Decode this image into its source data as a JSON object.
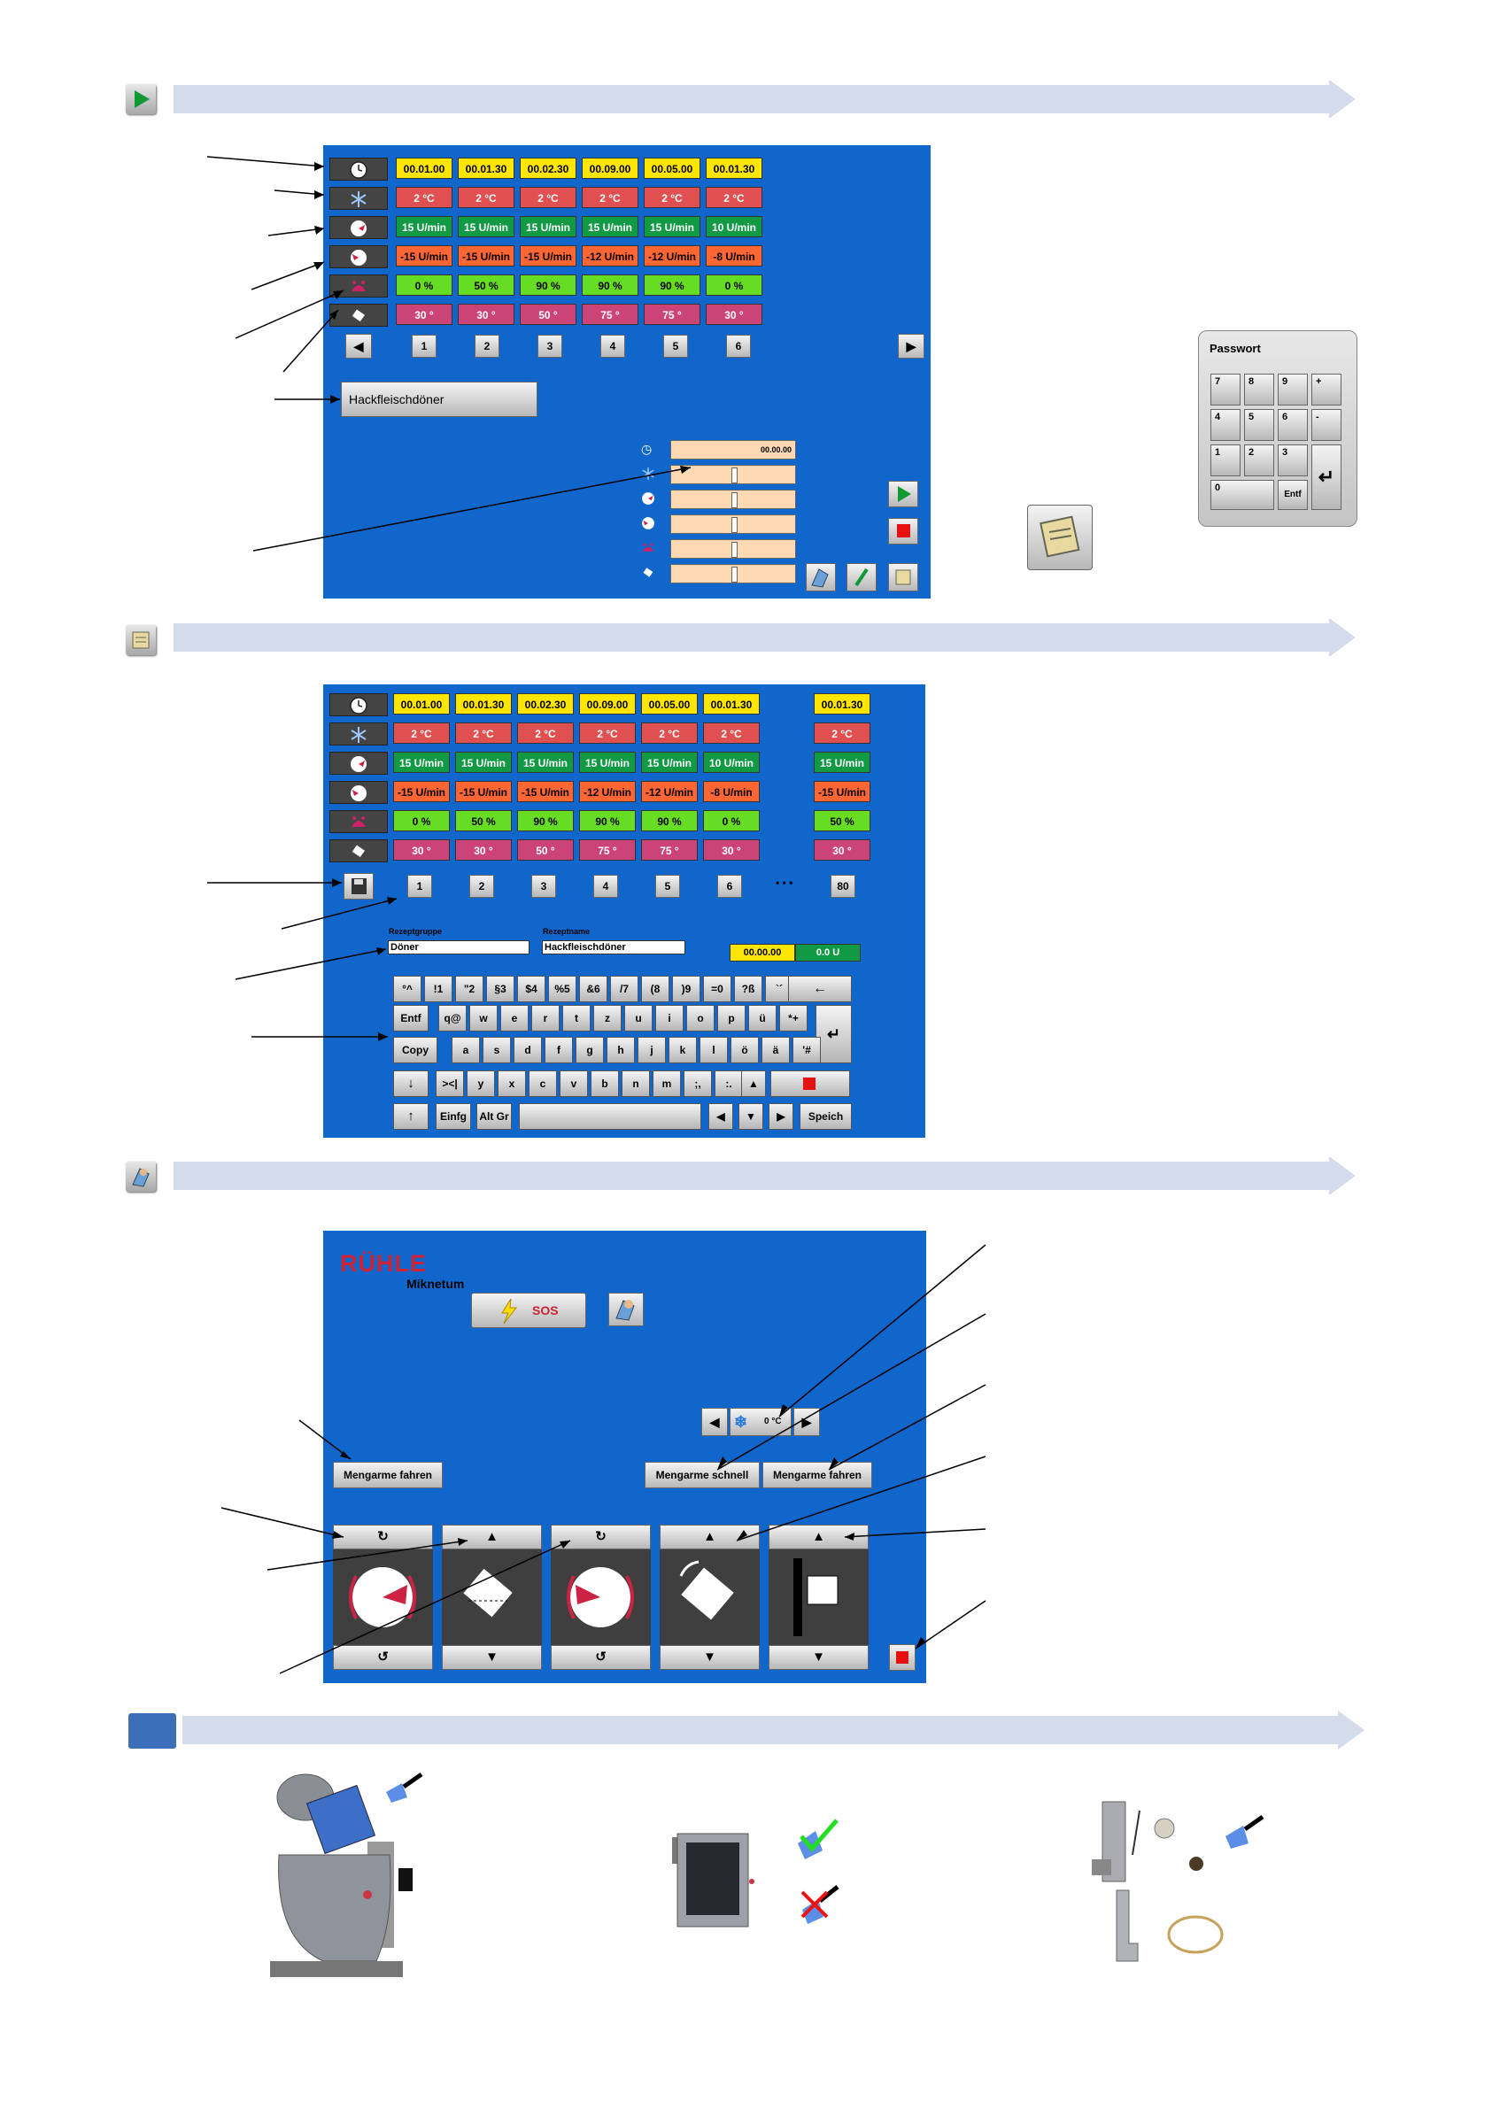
{
  "section1": {
    "program": {
      "times": [
        "00.01.00",
        "00.01.30",
        "00.02.30",
        "00.09.00",
        "00.05.00",
        "00.01.30"
      ],
      "temps": [
        "2 °C",
        "2 °C",
        "2 °C",
        "2 °C",
        "2 °C",
        "2 °C"
      ],
      "speeds": [
        "15 U/min",
        "15 U/min",
        "15 U/min",
        "15 U/min",
        "15 U/min",
        "10 U/min"
      ],
      "reverse": [
        "-15 U/min",
        "-15 U/min",
        "-15 U/min",
        "-12 U/min",
        "-12 U/min",
        "-8 U/min"
      ],
      "vacuum": [
        "0 %",
        "50 %",
        "90 %",
        "90 %",
        "90 %",
        "0 %"
      ],
      "angles": [
        "30 °",
        "30 °",
        "50 °",
        "75 °",
        "75 °",
        "30 °"
      ],
      "steps": [
        "1",
        "2",
        "3",
        "4",
        "5",
        "6"
      ],
      "recipe_button": "Hackfleischdöner",
      "current_time": "00.00.00"
    },
    "keypad": {
      "title": "Passwort",
      "keys": [
        "7",
        "8",
        "9",
        "+",
        "4",
        "5",
        "6",
        "-",
        "1",
        "2",
        "3",
        "0",
        "Entf"
      ]
    }
  },
  "section2": {
    "extra_column": {
      "time": "00.01.30",
      "temp": "2 °C",
      "speed": "15 U/min",
      "reverse": "-15 U/min",
      "vacuum": "50 %",
      "angle": "30 °"
    },
    "steps": [
      "1",
      "2",
      "3",
      "4",
      "5",
      "6",
      "80"
    ],
    "ellipsis": "• • •",
    "group_label": "Rezeptgruppe",
    "group_value": "Döner",
    "name_label": "Rezeptname",
    "name_value": "Hackfleischdöner",
    "status_time": "00.00.00",
    "status_speed": "0.0  U",
    "keys": {
      "row1": [
        "°^",
        "!1",
        "\"2",
        "§3",
        "$4",
        "%5",
        "&6",
        "/7",
        "(8",
        ")9",
        "=0",
        "?ß",
        "`´"
      ],
      "row2": [
        "q@",
        "w",
        "e",
        "r",
        "t",
        "z",
        "u",
        "i",
        "o",
        "p",
        "ü",
        "*+"
      ],
      "row3": [
        "a",
        "s",
        "d",
        "f",
        "g",
        "h",
        "j",
        "k",
        "l",
        "ö",
        "ä",
        "'#"
      ],
      "row4": [
        "><|",
        "y",
        "x",
        "c",
        "v",
        "b",
        "n",
        "m",
        ";,",
        ":."
      ],
      "entf": "Entf",
      "copy": "Copy",
      "einfg": "Einfg",
      "altgr": "Alt Gr",
      "speich": "Speich"
    }
  },
  "section3": {
    "brand": "RÜHLE",
    "sub_brand": "Miknetum",
    "sos": "SOS",
    "temp_value": "0 °C",
    "btn_left": "Mengarme fahren",
    "btn_fast": "Mengarme schnell",
    "btn_right": "Mengarme fahren"
  }
}
